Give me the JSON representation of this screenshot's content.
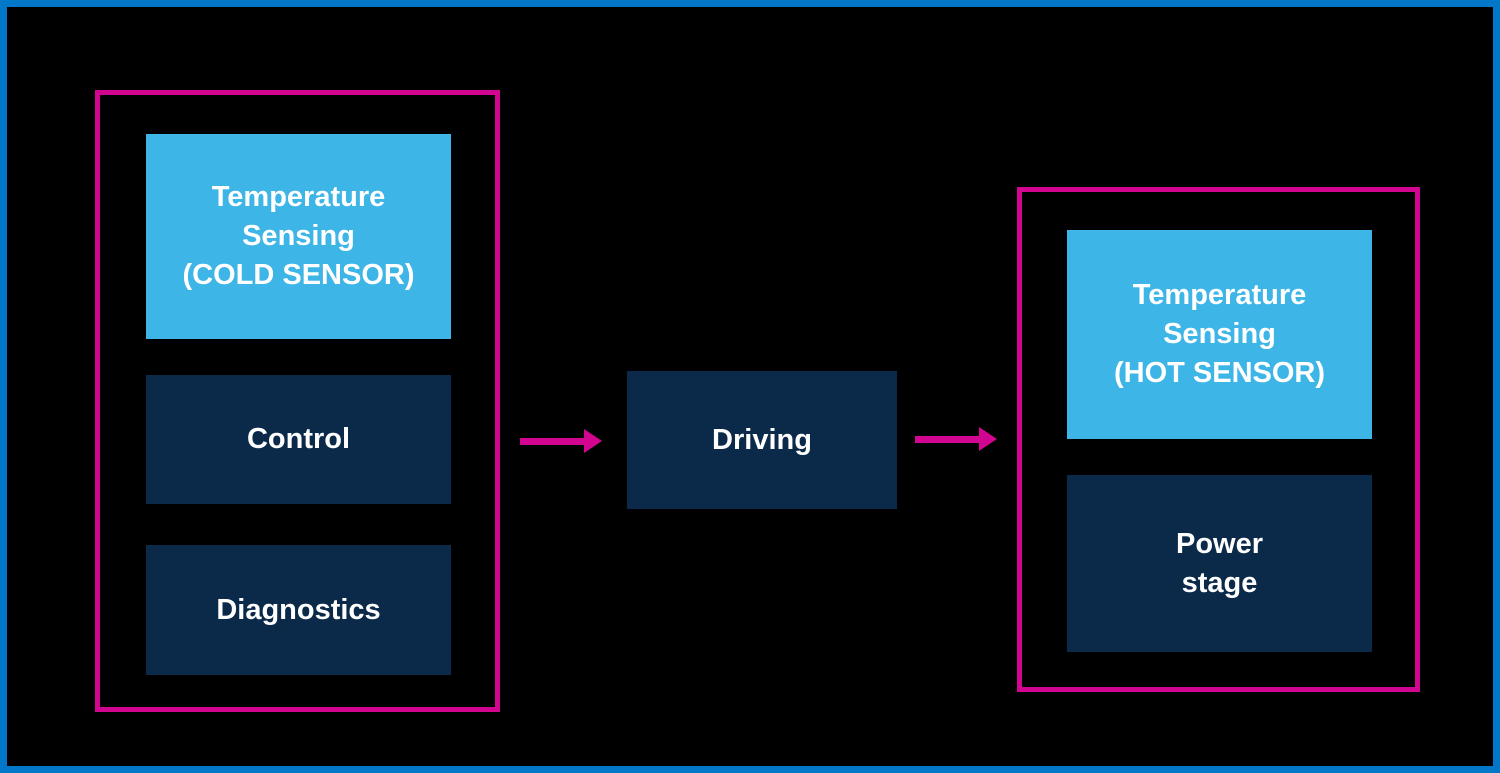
{
  "diagram": {
    "type": "block-diagram",
    "background": "#000000",
    "colors": {
      "outer_border_blue": "#0077C8",
      "group_outline_magenta": "#D1058F",
      "block_light_blue": "#3DB5E6",
      "block_navy": "#0B2A4A",
      "label_text": "#FFFFFF"
    },
    "blocks": {
      "cold_sensor": "Temperature\nSensing\n(COLD SENSOR)",
      "control": "Control",
      "diagnostics": "Diagnostics",
      "driving": "Driving",
      "hot_sensor": "Temperature\nSensing\n(HOT SENSOR)",
      "power_stage": "Power\nstage"
    },
    "connections": [
      {
        "from": "cold-sensor-group",
        "to": "driving-block",
        "style": "magenta-arrow-right"
      },
      {
        "from": "driving-block",
        "to": "hot-sensor-group",
        "style": "magenta-arrow-right"
      }
    ]
  }
}
